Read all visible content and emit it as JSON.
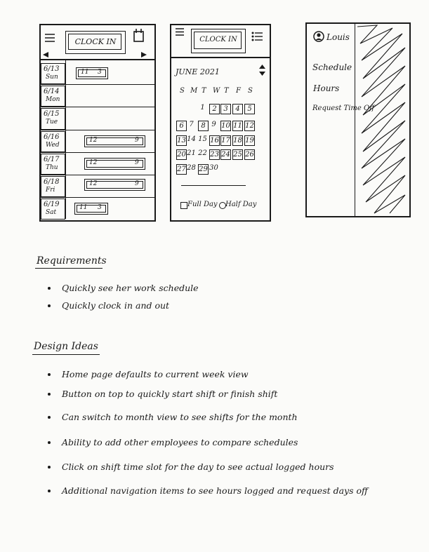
{
  "sketch1": {
    "clock_in_label": "CLOCK IN",
    "days": [
      {
        "date": "6/13",
        "day": "Sun",
        "shift_start": "11",
        "shift_end": "3"
      },
      {
        "date": "6/14",
        "day": "Mon",
        "shift_start": "",
        "shift_end": ""
      },
      {
        "date": "6/15",
        "day": "Tue",
        "shift_start": "",
        "shift_end": ""
      },
      {
        "date": "6/16",
        "day": "Wed",
        "shift_start": "12",
        "shift_end": "9"
      },
      {
        "date": "6/17",
        "day": "Thu",
        "shift_start": "12",
        "shift_end": "9"
      },
      {
        "date": "6/18",
        "day": "Fri",
        "shift_start": "12",
        "shift_end": "9"
      },
      {
        "date": "6/19",
        "day": "Sat",
        "shift_start": "11",
        "shift_end": "3"
      }
    ]
  },
  "sketch2": {
    "clock_in_label": "CLOCK IN",
    "month_label": "JUNE 2021",
    "weekdays": [
      "S",
      "M",
      "T",
      "W",
      "T",
      "F",
      "S"
    ],
    "weeks": [
      [
        {
          "n": ""
        },
        {
          "n": ""
        },
        {
          "n": "1"
        },
        {
          "n": "2",
          "boxed": true
        },
        {
          "n": "3",
          "boxed": true
        },
        {
          "n": "4",
          "boxed": true
        },
        {
          "n": "5",
          "boxed": true
        }
      ],
      [
        {
          "n": "6",
          "boxed": true
        },
        {
          "n": "7"
        },
        {
          "n": "8",
          "boxed": true
        },
        {
          "n": "9"
        },
        {
          "n": "10",
          "boxed": true
        },
        {
          "n": "11",
          "boxed": true
        },
        {
          "n": "12",
          "boxed": true
        }
      ],
      [
        {
          "n": "13",
          "boxed": true
        },
        {
          "n": "14"
        },
        {
          "n": "15"
        },
        {
          "n": "16",
          "boxed": true
        },
        {
          "n": "17",
          "boxed": true
        },
        {
          "n": "18",
          "boxed": true
        },
        {
          "n": "19",
          "boxed": true
        }
      ],
      [
        {
          "n": "20",
          "boxed": true
        },
        {
          "n": "21"
        },
        {
          "n": "22"
        },
        {
          "n": "23",
          "boxed": true
        },
        {
          "n": "24",
          "boxed": true
        },
        {
          "n": "25",
          "boxed": true
        },
        {
          "n": "26",
          "boxed": true
        }
      ],
      [
        {
          "n": "27",
          "boxed": true
        },
        {
          "n": "28"
        },
        {
          "n": "29",
          "boxed": true
        },
        {
          "n": "30"
        },
        {
          "n": ""
        },
        {
          "n": ""
        },
        {
          "n": ""
        }
      ]
    ],
    "full_day_label": "Full Day",
    "half_day_label": "Half Day"
  },
  "sketch3": {
    "user_name": "Louis",
    "nav_items": [
      "Schedule",
      "Hours",
      "Request Time Off"
    ]
  },
  "requirements": {
    "heading": "Requirements",
    "items": [
      "Quickly see her work schedule",
      "Quickly clock in and out"
    ]
  },
  "design_ideas": {
    "heading": "Design Ideas",
    "items": [
      "Home page defaults to current week view",
      "Button on top to quickly start shift or finish shift",
      "Can switch to month view to see shifts for the month",
      "Ability to add other employees to compare schedules",
      "Click on shift time slot for the day to see actual logged hours",
      "Additional navigation items to see hours logged and request days off"
    ]
  }
}
